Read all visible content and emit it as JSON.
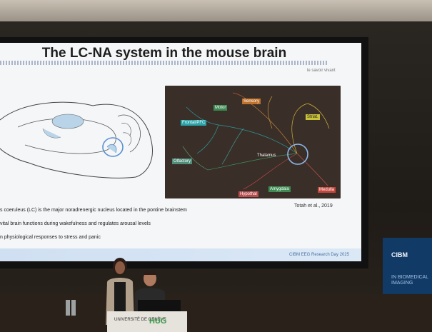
{
  "slide": {
    "title": "The LC-NA system in the mouse brain",
    "tag": "le savoir vivant",
    "figure_labels": [
      {
        "text": "Sensory",
        "color": "#c0722c"
      },
      {
        "text": "Motor",
        "color": "#3d8a52"
      },
      {
        "text": "Frontal/PFC",
        "color": "#2aa4a9"
      },
      {
        "text": "Olfactory",
        "color": "#4f8f7a"
      },
      {
        "text": "Thalamus",
        "color": "#4a3f3a"
      },
      {
        "text": "Hypothal",
        "color": "#b84b4b"
      },
      {
        "text": "Amygdala",
        "color": "#3d8a52"
      },
      {
        "text": "Medulla",
        "color": "#c4463c"
      },
      {
        "text": "Striat.",
        "color": "#c8c33a"
      }
    ],
    "citation": "Totah et al., 2019",
    "bullets": [
      "s coeruleus (LC) is the major noradrenergic nucleus located in the pontine brainstem",
      "vital brain functions during wakefulness and regulates arousal levels",
      "n physiological responses to stress and panic"
    ],
    "footer": "CIBM EEG Research Day 2025"
  },
  "banner": {
    "logo": "CIBM",
    "text": "IN BIOMEDICAL IMAGING"
  },
  "lectern": {
    "logo": "UNIVERSITÉ DE GENÈVE",
    "hug": "HUG"
  }
}
